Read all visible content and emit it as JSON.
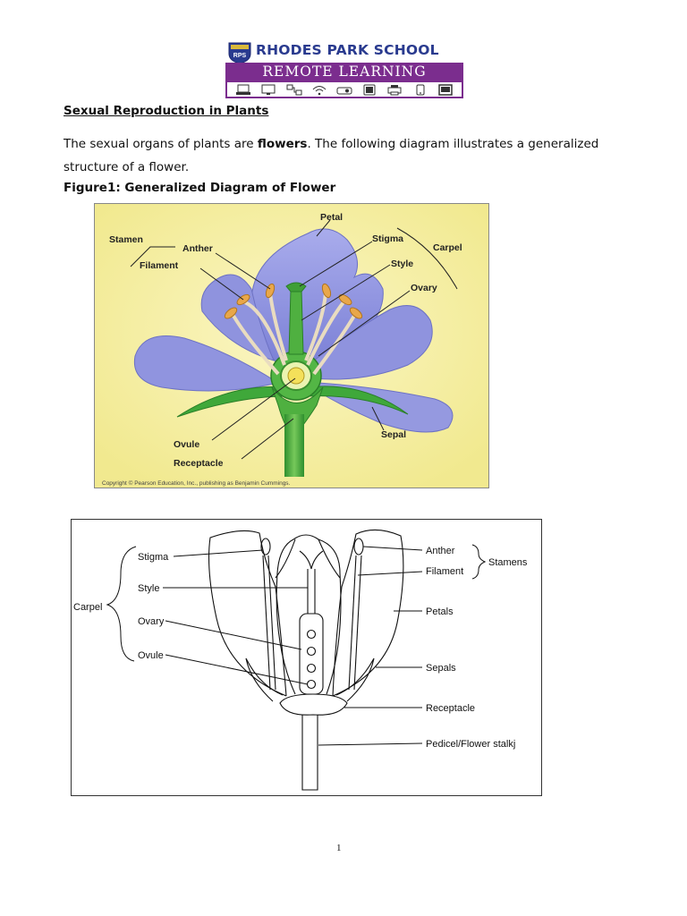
{
  "header": {
    "crest_text": "RPS",
    "school_name": "RHODES PARK SCHOOL",
    "band_label": "REMOTE LEARNING",
    "device_icons": [
      "laptop-icon",
      "monitor-icon",
      "network-icon",
      "wifi-icon",
      "projector-icon",
      "tablet-icon",
      "printer-icon",
      "phone-icon",
      "screen-icon"
    ]
  },
  "document": {
    "title": "Sexual Reproduction in Plants",
    "intro_before": "The sexual organs of plants are ",
    "intro_bold": "flowers",
    "intro_after": ". The following diagram illustrates a generalized structure of a flower.",
    "figure_caption": "Figure1: Generalized Diagram of Flower",
    "page_number": "1"
  },
  "figure1": {
    "labels": {
      "stamen": "Stamen",
      "anther": "Anther",
      "filament": "Filament",
      "petal": "Petal",
      "stigma": "Stigma",
      "carpel": "Carpel",
      "style": "Style",
      "ovary": "Ovary",
      "ovule": "Ovule",
      "receptacle": "Receptacle",
      "sepal": "Sepal"
    },
    "copyright": "Copyright © Pearson Education, Inc., publishing as Benjamin Cummings.",
    "colors": {
      "background": "#f7f1a6",
      "petal": "#9a9ee6",
      "sepal": "#3faa3a",
      "anther": "#e9a74a"
    }
  },
  "figure2": {
    "labels": {
      "stigma": "Stigma",
      "style": "Style",
      "carpel": "Carpel",
      "ovary": "Ovary",
      "ovule": "Ovule",
      "anther": "Anther",
      "filament": "Filament",
      "stamens": "Stamens",
      "petals": "Petals",
      "sepals": "Sepals",
      "receptacle": "Receptacle",
      "pedicel": "Pedicel/Flower stalkj"
    }
  }
}
